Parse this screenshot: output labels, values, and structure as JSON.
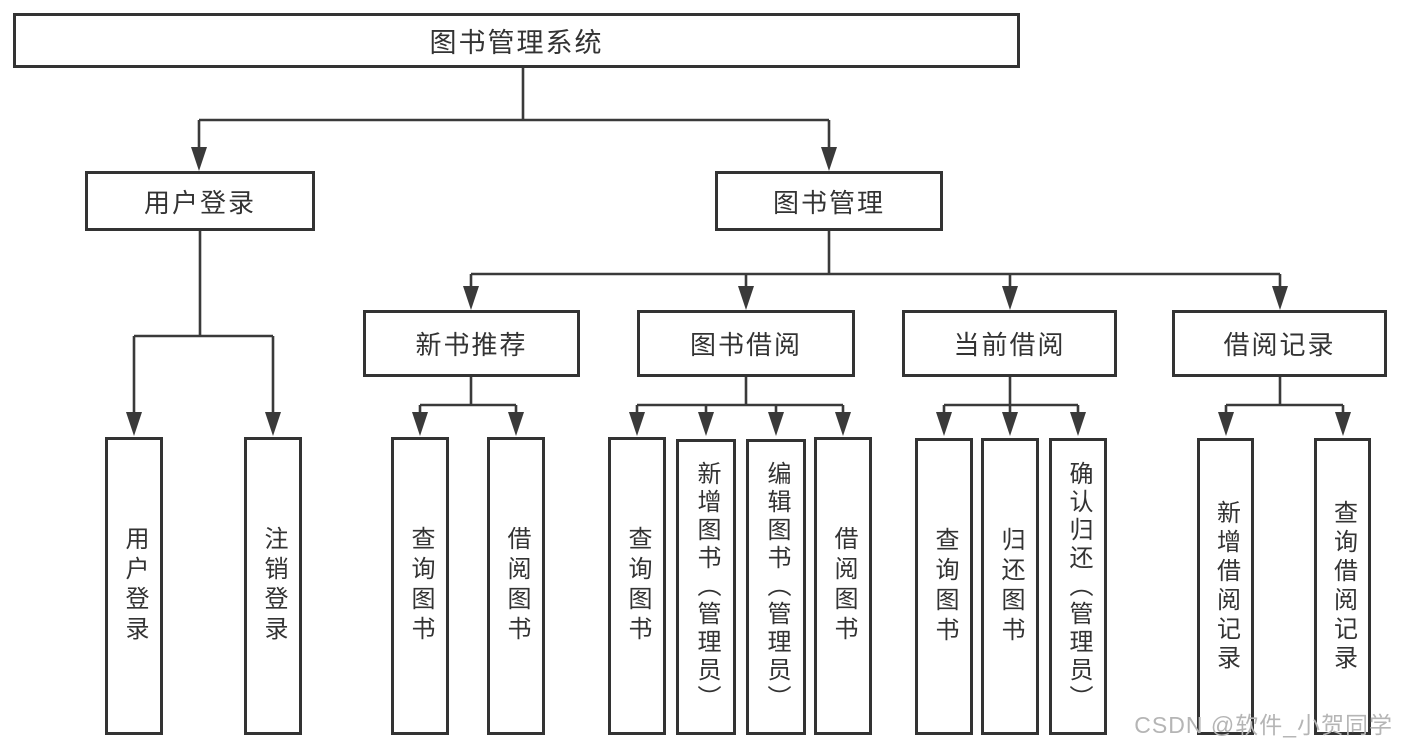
{
  "nodes": {
    "root": {
      "label": "图书管理系统"
    },
    "user_login": {
      "label": "用户登录"
    },
    "book_mgmt": {
      "label": "图书管理"
    },
    "new_book_rec": {
      "label": "新书推荐"
    },
    "book_borrow": {
      "label": "图书借阅"
    },
    "current_borrow": {
      "label": "当前借阅"
    },
    "borrow_records": {
      "label": "借阅记录"
    },
    "leaves": {
      "user_login_1": {
        "label": "用户登录"
      },
      "user_login_2": {
        "label": "注销登录"
      },
      "new_book_rec_1": {
        "label": "查询图书"
      },
      "new_book_rec_2": {
        "label": "借阅图书"
      },
      "book_borrow_1": {
        "label": "查询图书"
      },
      "book_borrow_2": {
        "label": "新增图书（管理员）"
      },
      "book_borrow_3": {
        "label": "编辑图书（管理员）"
      },
      "book_borrow_4": {
        "label": "借阅图书"
      },
      "current_borrow_1": {
        "label": "查询图书"
      },
      "current_borrow_2": {
        "label": "归还图书"
      },
      "current_borrow_3": {
        "label": "确认归还（管理员）"
      },
      "borrow_records_1": {
        "label": "新增借阅记录"
      },
      "borrow_records_2": {
        "label": "查询借阅记录"
      }
    }
  },
  "watermark": {
    "text": "CSDN @软件_小贺同学"
  },
  "colors": {
    "line": "#3a3a3a",
    "box_border": "#333333",
    "text": "#333333",
    "watermark": "#b5b5b5",
    "background": "#ffffff"
  }
}
